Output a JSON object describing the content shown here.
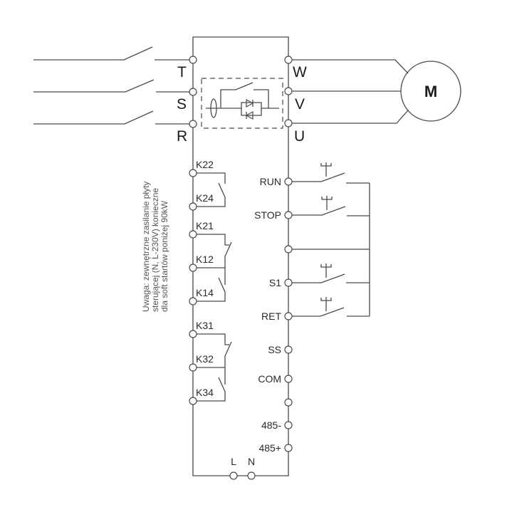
{
  "diagram": {
    "title": "Soft starter wiring diagram",
    "power_input_terminals": [
      "T",
      "S",
      "R"
    ],
    "power_output_terminals": [
      "W",
      "V",
      "U"
    ],
    "motor_label": "M",
    "relay_terminals": [
      "K22",
      "K24",
      "K21",
      "K12",
      "K14",
      "K31",
      "K32",
      "K34"
    ],
    "control_terminals": [
      "RUN",
      "STOP",
      "",
      "S1",
      "RET",
      "SS",
      "COM",
      "",
      "485-",
      "485+"
    ],
    "supply_terminals": [
      "L",
      "N"
    ],
    "note_lines": [
      "Uwaga: zewnętrzne zasilanie płyty",
      "sterującej (N, L-230V) konieczne",
      "dla soft startów poniżej 90kW"
    ]
  }
}
